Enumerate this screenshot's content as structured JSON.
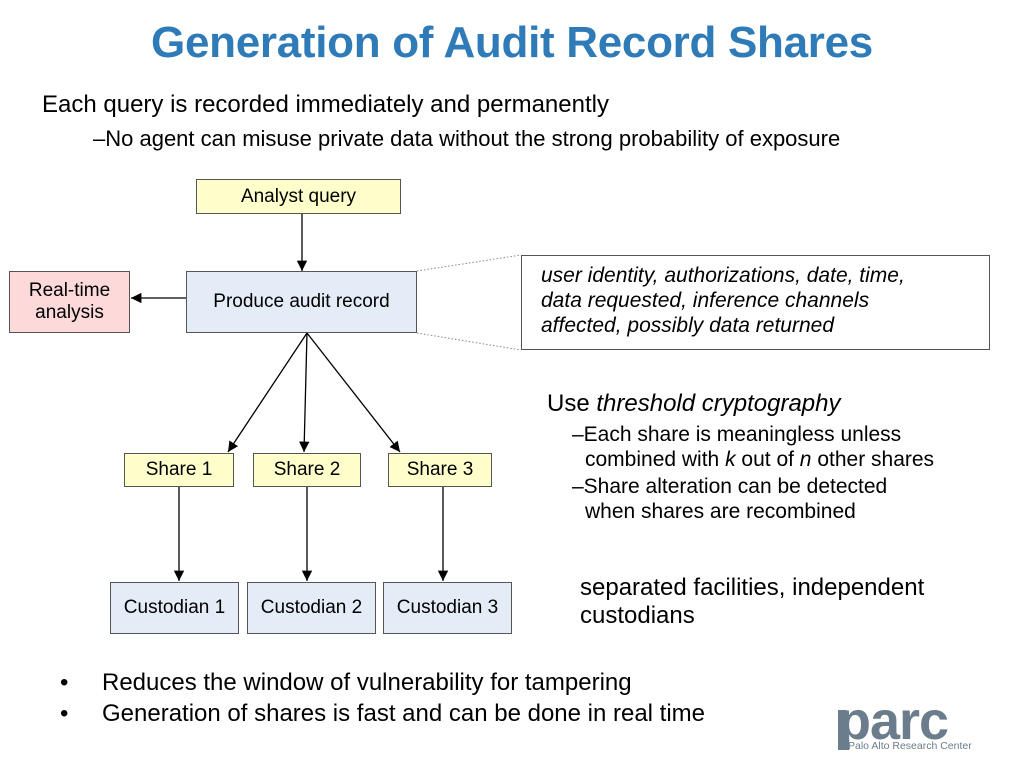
{
  "title": "Generation of Audit Record Shares",
  "subtitle": {
    "line1": "Each query is recorded immediately and permanently",
    "line2": "–No agent can misuse private data without the strong probability of exposure"
  },
  "diagram": {
    "analyst_query": "Analyst query",
    "produce_audit_record": "Produce audit record",
    "realtime_line1": "Real-time",
    "realtime_line2": "analysis",
    "shares": [
      "Share 1",
      "Share 2",
      "Share 3"
    ],
    "custodians": [
      "Custodian 1",
      "Custodian 2",
      "Custodian 3"
    ],
    "annotation": {
      "line1": "user identity, authorizations, date, time,",
      "line2": "data requested, inference channels",
      "line3": "affected, possibly data returned"
    }
  },
  "threshold": {
    "use_prefix": "Use ",
    "use_term": "threshold cryptography",
    "b1_line1": "–Each share is meaningless unless",
    "b1_pre": "combined with ",
    "b1_k": "k",
    "b1_mid": " out of ",
    "b1_n": "n",
    "b1_post": " other shares",
    "b2_line1": "–Share alteration can be detected",
    "b2_line2": "when shares are recombined"
  },
  "separated": "separated facilities, independent custodians",
  "bullets": [
    "Reduces the window of vulnerability for tampering",
    "Generation of shares is fast and can be done in real time"
  ],
  "bullet_char": "•",
  "logo": {
    "word": "parc",
    "subtitle": "Palo Alto Research Center"
  },
  "colors": {
    "title": "#2e7bb8",
    "yellow_box": "#ffffcc",
    "blue_box": "#e4ecf7",
    "pink_box": "#fdd9da",
    "logo": "#6b7c8c"
  }
}
